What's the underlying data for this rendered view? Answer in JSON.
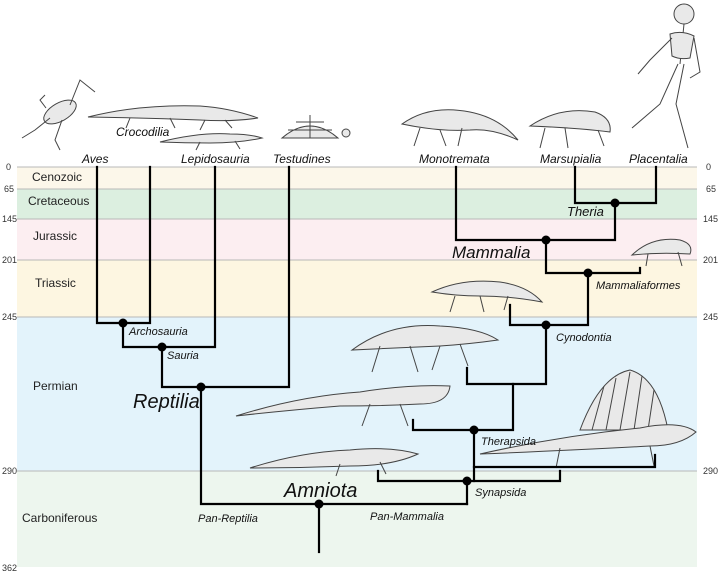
{
  "periods": [
    {
      "name": "Cenozoic",
      "color": "#fcf7ea"
    },
    {
      "name": "Cretaceous",
      "color": "#dcefe0"
    },
    {
      "name": "Jurassic",
      "color": "#fceef1"
    },
    {
      "name": "Triassic",
      "color": "#fdf6e1"
    },
    {
      "name": "Permian",
      "color": "#e3f3fb"
    },
    {
      "name": "Carboniferous",
      "color": "#edf6ee"
    }
  ],
  "ages": [
    "0",
    "65",
    "145",
    "201",
    "245",
    "290",
    "362"
  ],
  "taxa": {
    "aves": "Aves",
    "crocodilia": "Crocodilia",
    "lepidosauria": "Lepidosauria",
    "testudines": "Testudines",
    "monotremata": "Monotremata",
    "marsupialia": "Marsupialia",
    "placentalia": "Placentalia"
  },
  "clades": {
    "archosauria": "Archosauria",
    "sauria": "Sauria",
    "reptilia": "Reptilia",
    "amniota": "Amniota",
    "pan_reptilia": "Pan-Reptilia",
    "pan_mammalia": "Pan-Mammalia",
    "synapsida": "Synapsida",
    "therapsida": "Therapsida",
    "cynodontia": "Cynodontia",
    "mammaliaformes": "Mammaliaformes",
    "mammalia": "Mammalia",
    "theria": "Theria"
  }
}
